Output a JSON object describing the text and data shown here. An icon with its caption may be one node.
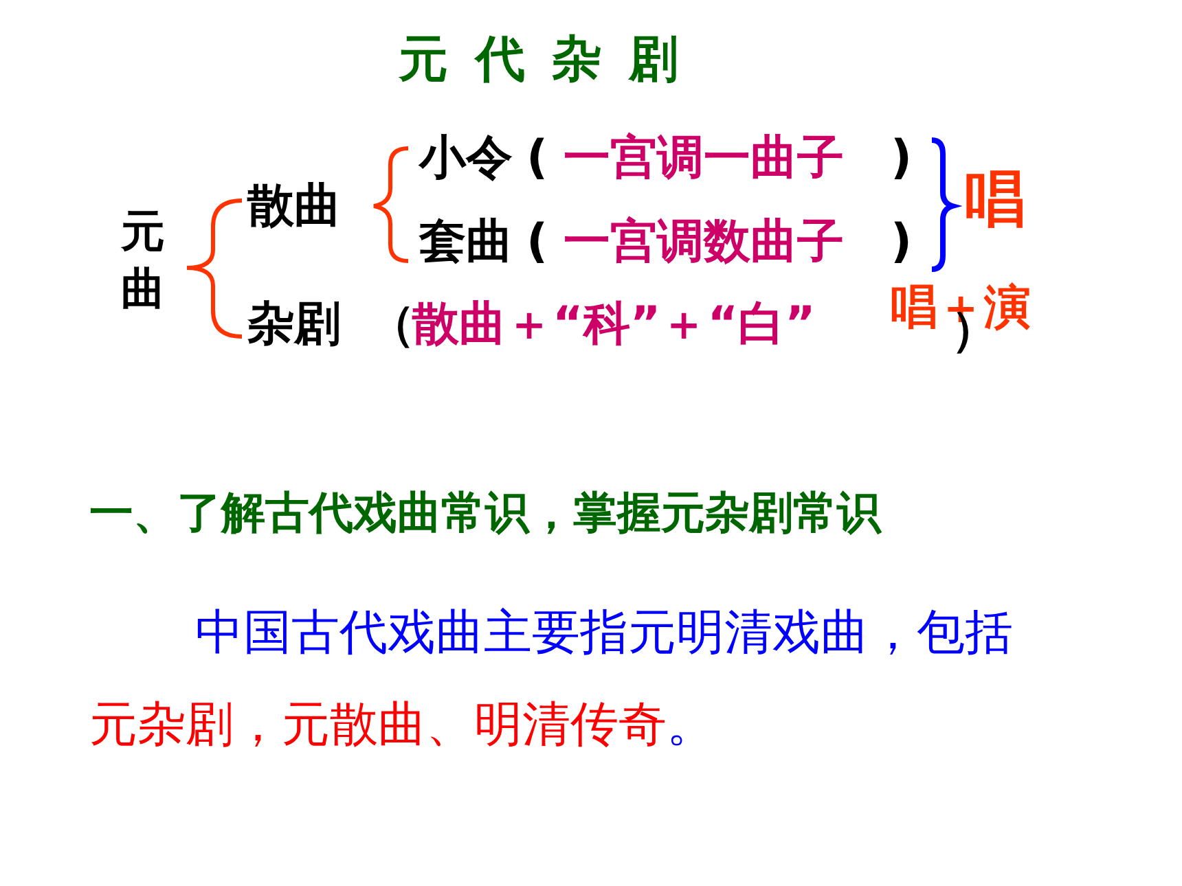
{
  "diagram": {
    "title": "元代杂剧",
    "labels": [
      "元曲",
      "散曲",
      "小令",
      "(",
      "一宫调一曲子",
      ")",
      "套曲",
      "(",
      "一宫调数曲子",
      ")",
      "唱",
      "杂剧",
      "（",
      "散曲＋“科”＋“白”",
      "唱＋演",
      "）",
      "一、了解古代戏曲常识，掌握元杂剧常识",
      "中国古代戏曲主要指元明清戏曲，包括",
      "元杂剧，元散曲、明清传奇",
      "。"
    ]
  }
}
